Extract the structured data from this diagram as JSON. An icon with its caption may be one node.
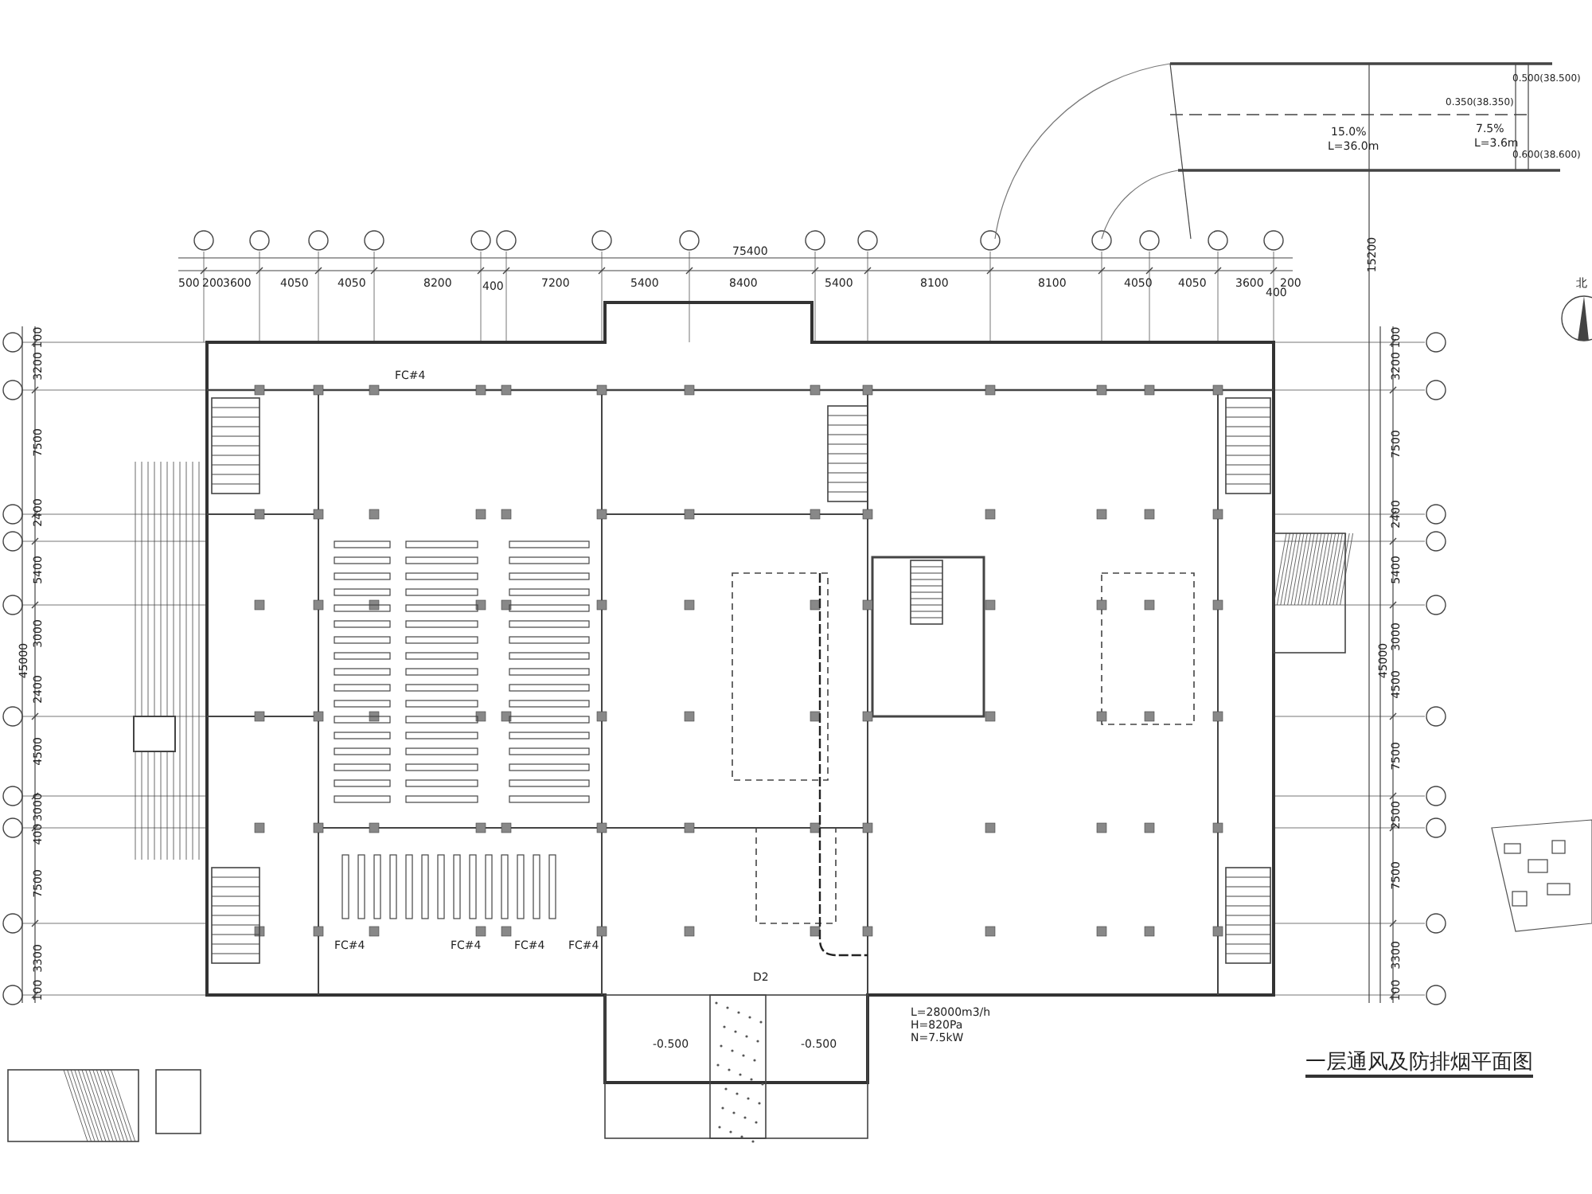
{
  "diagram": {
    "title": "一层通风及防排烟平面图",
    "labels": [
      "75400",
      "500",
      "200",
      "3600",
      "4050",
      "4050",
      "8200",
      "400",
      "7200",
      "5400",
      "8400",
      "5400",
      "8100",
      "8100",
      "4050",
      "4050",
      "3600",
      "400",
      "200",
      "100",
      "3200",
      "7500",
      "2400",
      "5400",
      "3000",
      "2400",
      "4500",
      "3000",
      "400",
      "7500",
      "3300",
      "100",
      "45000",
      "100",
      "3200",
      "7500",
      "2400",
      "5400",
      "3000",
      "4500",
      "7500",
      "2500",
      "7500",
      "3300",
      "100",
      "45000",
      "15200",
      "0.350(38.350)",
      "0.500(38.500)",
      "15.0%",
      "L=36.0m",
      "7.5%",
      "L=3.6m",
      "0.600(38.600)",
      "FC#4",
      "FC#4",
      "FC#4",
      "FC#4",
      "FC#4",
      "D2",
      "-0.500",
      "-0.500",
      "L=28000m3/h",
      "H=820Pa",
      "N=7.5kW",
      "北"
    ]
  }
}
